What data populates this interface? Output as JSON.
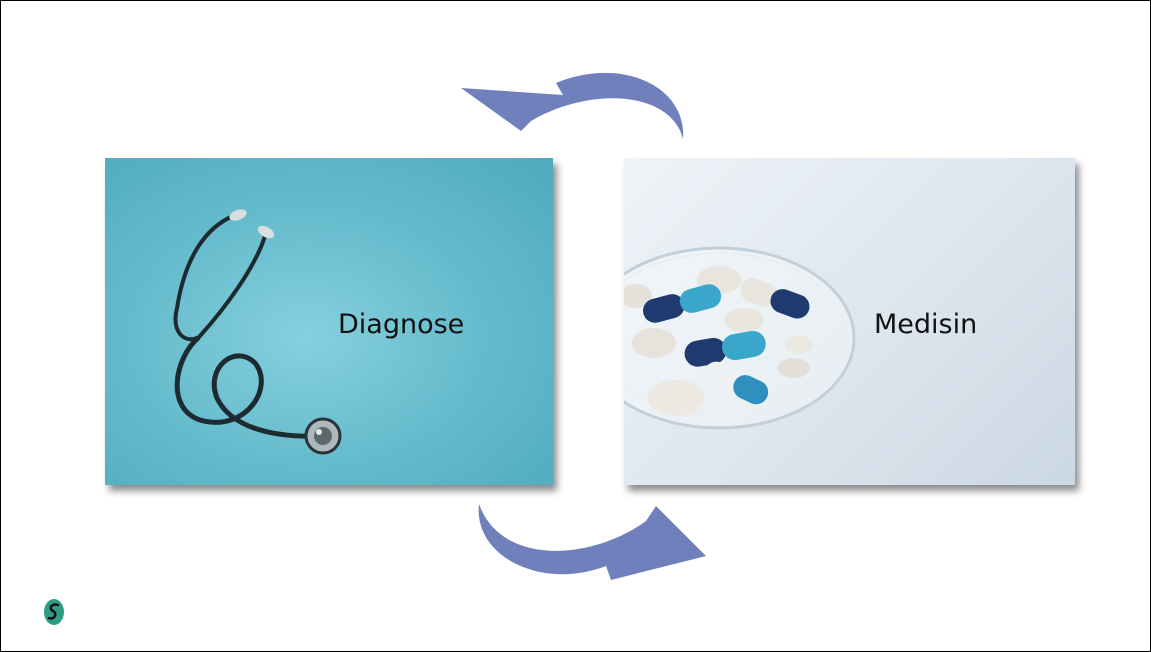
{
  "panels": {
    "left": {
      "label": "Diagnose",
      "image": "stethoscope"
    },
    "right": {
      "label": "Medisin",
      "image": "pills-in-petri-dish"
    }
  },
  "arrows": {
    "top": {
      "icon": "curved-arrow-left-icon"
    },
    "bottom": {
      "icon": "curved-arrow-right-icon"
    }
  },
  "logo": {
    "icon": "logo-icon"
  },
  "colors": {
    "arrow": "#6f80bd",
    "left_panel": "#62b9ca",
    "right_panel": "#dde6ee",
    "logo": "#2f9c86"
  }
}
